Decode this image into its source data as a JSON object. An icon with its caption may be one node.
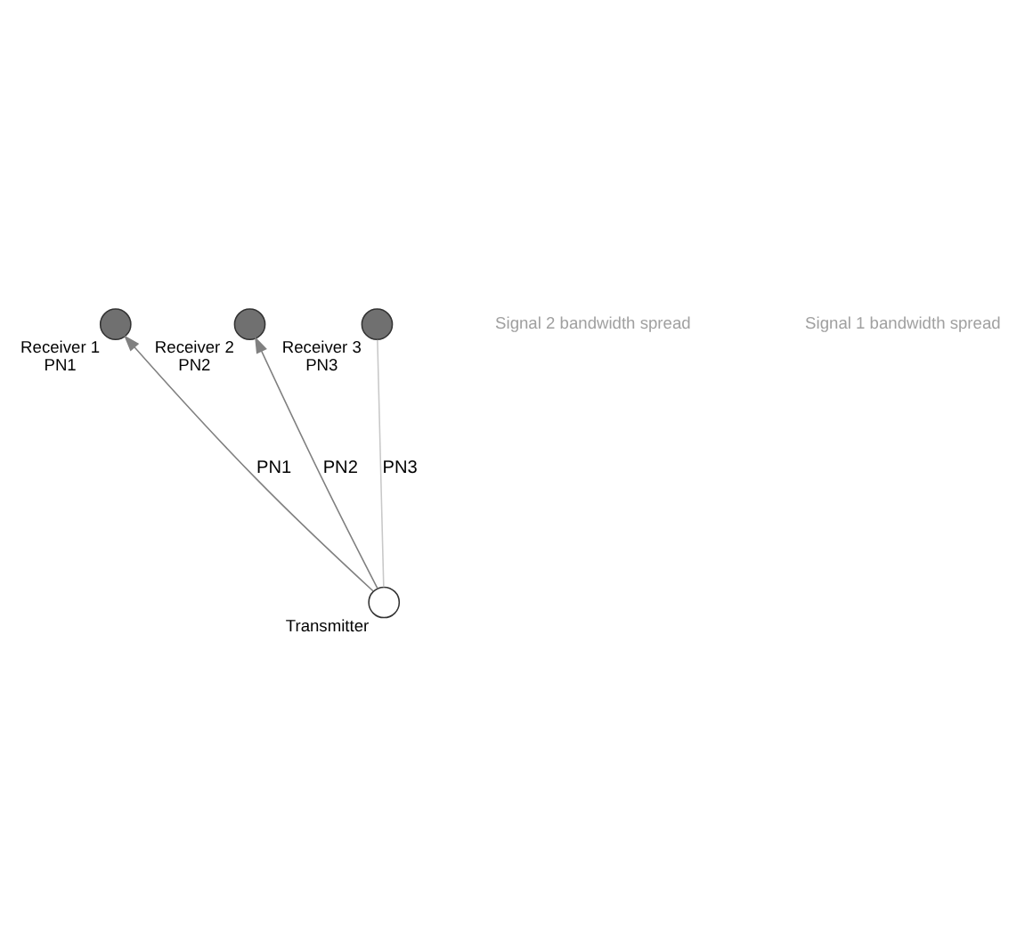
{
  "diagram": {
    "nodes": [
      {
        "text": [
          "Receiver 1",
          "PN1"
        ]
      },
      {
        "text": [
          "Receiver 2",
          "PN2"
        ]
      },
      {
        "text": [
          "Receiver 3",
          "PN3"
        ]
      },
      {
        "text": [
          "Transmitter"
        ]
      }
    ],
    "edges": [
      {
        "from": 3,
        "to": 0,
        "arrow": "to",
        "label": "PN1"
      },
      {
        "from": 3,
        "to": 1,
        "arrow": "to",
        "label": "PN2"
      },
      {
        "from": 3,
        "to": 2,
        "arrow": "none",
        "label": "PN3",
        "color": "#c8c8c8"
      }
    ],
    "labels": [
      "Signal 2 bandwidth spread",
      "Signal 1 bandwidth spread"
    ]
  }
}
